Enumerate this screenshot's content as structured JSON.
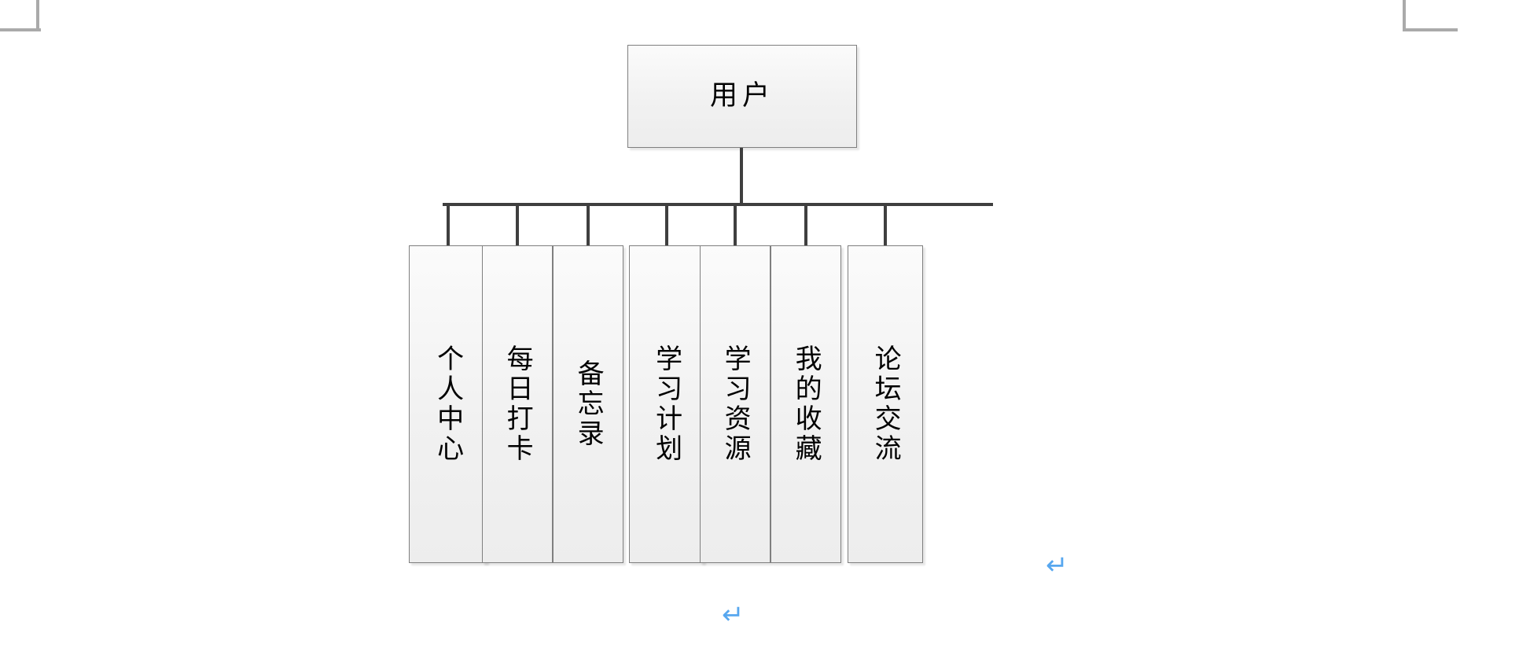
{
  "document": {
    "type": "organization-chart",
    "background_color": "#ffffff",
    "crop_mark_color": "#aaaaaa",
    "connector_color": "#3f3f3f",
    "shape_border_color": "#7f7f7f",
    "shape_fill_color": "#f1f1f1",
    "text_color": "#000000",
    "paragraph_mark_color": "#57a7ef"
  },
  "chart_data": {
    "type": "tree",
    "root": {
      "label": "用户",
      "orientation": "horizontal"
    },
    "children": [
      {
        "label": "个人中心",
        "orientation": "vertical"
      },
      {
        "label": "每日打卡",
        "orientation": "vertical"
      },
      {
        "label": "备忘录",
        "orientation": "vertical"
      },
      {
        "label": "学习计划",
        "orientation": "vertical"
      },
      {
        "label": "学习资源",
        "orientation": "vertical"
      },
      {
        "label": "我的收藏",
        "orientation": "vertical"
      },
      {
        "label": "论坛交流",
        "orientation": "vertical"
      }
    ]
  },
  "marks": {
    "paragraph_symbol": "↵",
    "instances": [
      {
        "name": "paragraph-mark-right"
      },
      {
        "name": "paragraph-mark-bottom"
      }
    ]
  }
}
